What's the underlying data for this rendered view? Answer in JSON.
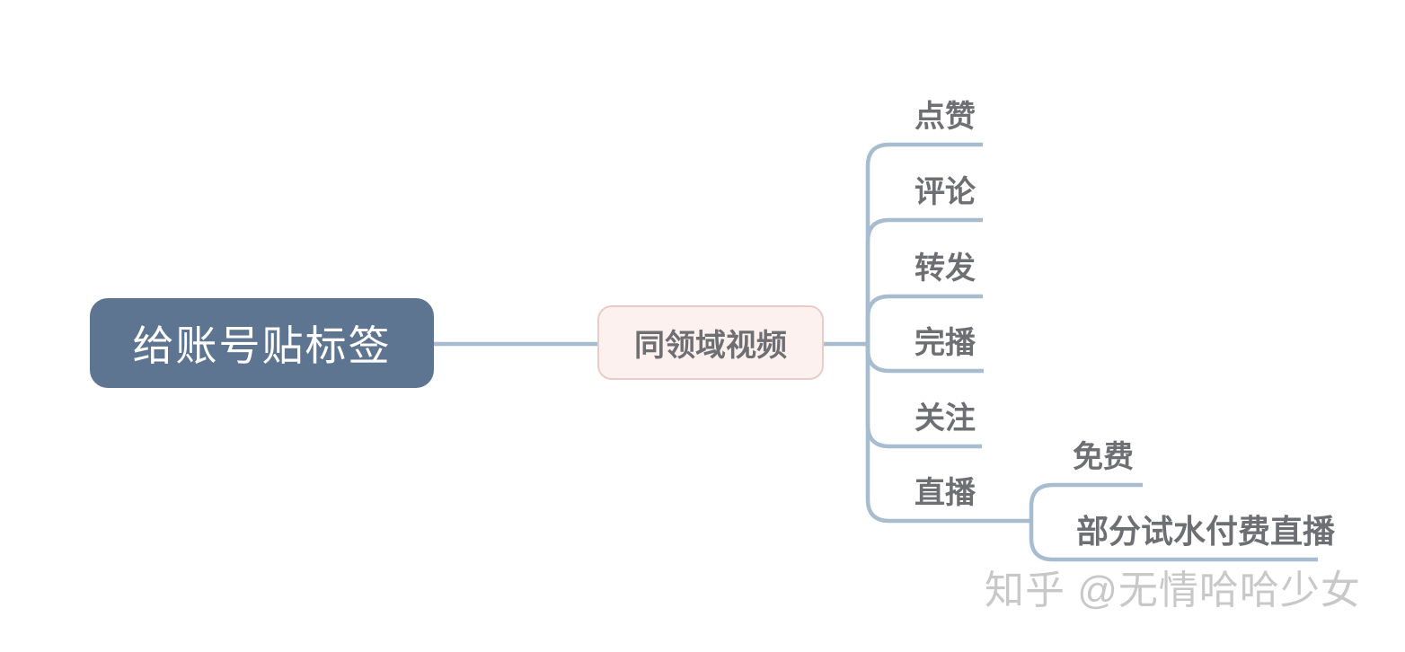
{
  "colors": {
    "background": "#ffffff",
    "line": "#a8bccf",
    "root_bg": "#5d7591",
    "root_text": "#ffffff",
    "mid_bg": "#fcf1ef",
    "mid_border": "#eaccc6",
    "topic_text": "#6e6f73",
    "watermark_text": "#c8c8c8"
  },
  "mindmap": {
    "root": {
      "label": "给账号贴标签"
    },
    "level2": {
      "label": "同领域视频"
    },
    "topics": [
      {
        "label": "点赞"
      },
      {
        "label": "评论"
      },
      {
        "label": "转发"
      },
      {
        "label": "完播"
      },
      {
        "label": "关注"
      },
      {
        "label": "直播"
      }
    ],
    "subtopics": [
      {
        "label": "免费"
      },
      {
        "label": "部分试水付费直播"
      }
    ]
  },
  "watermark": {
    "text": "知乎 @无情哈哈少女"
  }
}
